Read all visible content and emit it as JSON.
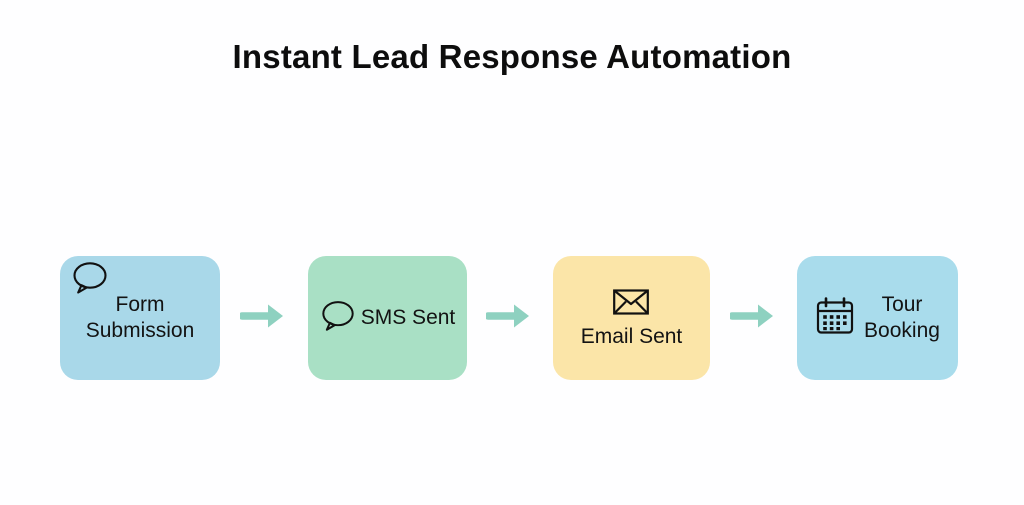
{
  "diagram": {
    "title": "Instant Lead Response Automation",
    "background_color": "#fefeff",
    "title_color": "#0d0d0d",
    "arrow_color": "#8ed1c0",
    "icon_color": "#111111",
    "nodes": [
      {
        "id": "form-submission",
        "label": "Form\nSubmission",
        "icon": "speech-bubble-icon",
        "fill": "#a9d8e9",
        "layout": "overlap"
      },
      {
        "id": "sms-sent",
        "label": "SMS Sent",
        "icon": "speech-bubble-icon",
        "fill": "#a9e0c5",
        "layout": "inline"
      },
      {
        "id": "email-sent",
        "label": "Email Sent",
        "icon": "envelope-icon",
        "fill": "#fbe5a8",
        "layout": "stacked"
      },
      {
        "id": "tour-booking",
        "label": "Tour\nBooking",
        "icon": "calendar-icon",
        "fill": "#a9dcec",
        "layout": "inline"
      }
    ],
    "connectors": [
      {
        "id": "connector-1",
        "from": "form-submission",
        "to": "sms-sent",
        "shape": "arrow-right-icon"
      },
      {
        "id": "connector-2",
        "from": "sms-sent",
        "to": "email-sent",
        "shape": "arrow-right-icon"
      },
      {
        "id": "connector-3",
        "from": "email-sent",
        "to": "tour-booking",
        "shape": "arrow-right-icon"
      }
    ]
  }
}
